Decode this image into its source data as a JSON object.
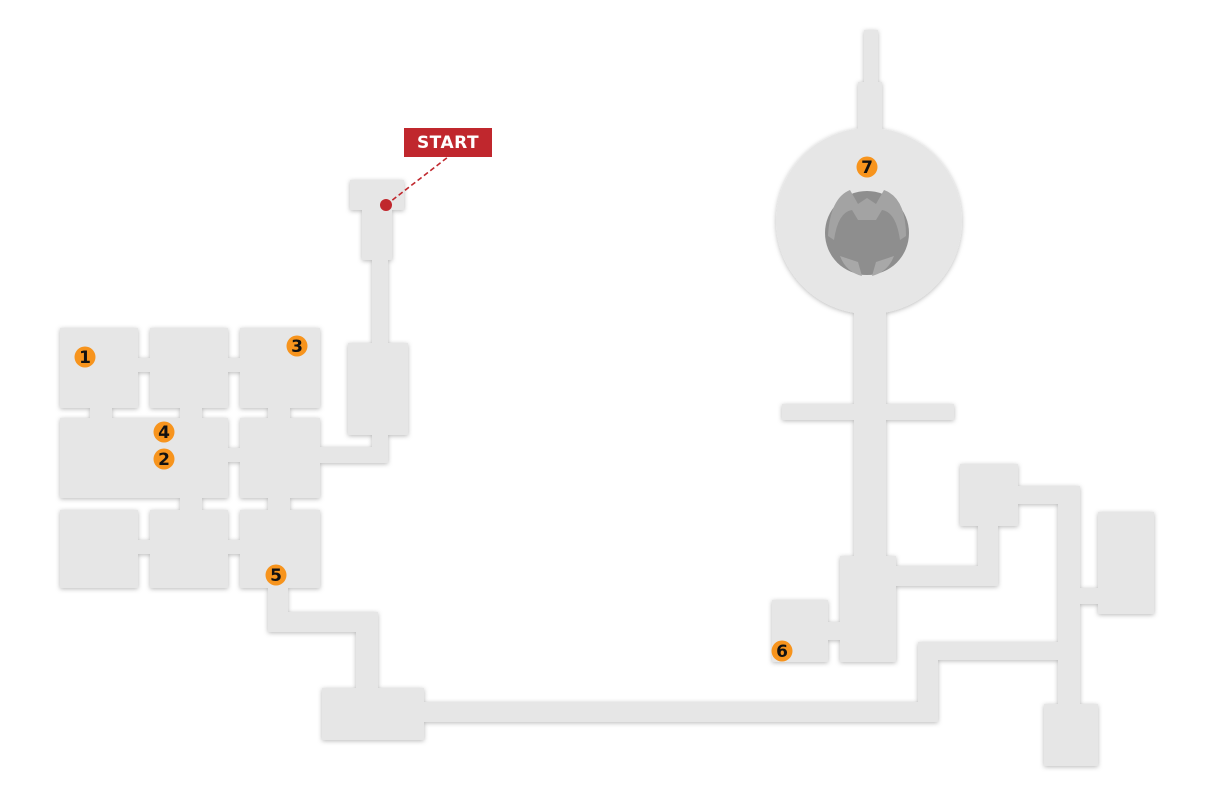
{
  "map": {
    "start_label": "START",
    "markers": [
      {
        "id": "1",
        "label": "1"
      },
      {
        "id": "2",
        "label": "2"
      },
      {
        "id": "3",
        "label": "3"
      },
      {
        "id": "4",
        "label": "4"
      },
      {
        "id": "5",
        "label": "5"
      },
      {
        "id": "6",
        "label": "6"
      },
      {
        "id": "7",
        "label": "7"
      }
    ],
    "colors": {
      "floor": "#e6e6e6",
      "marker": "#f7941d",
      "start": "#c0272d",
      "boss": "#8a8a8a"
    }
  }
}
